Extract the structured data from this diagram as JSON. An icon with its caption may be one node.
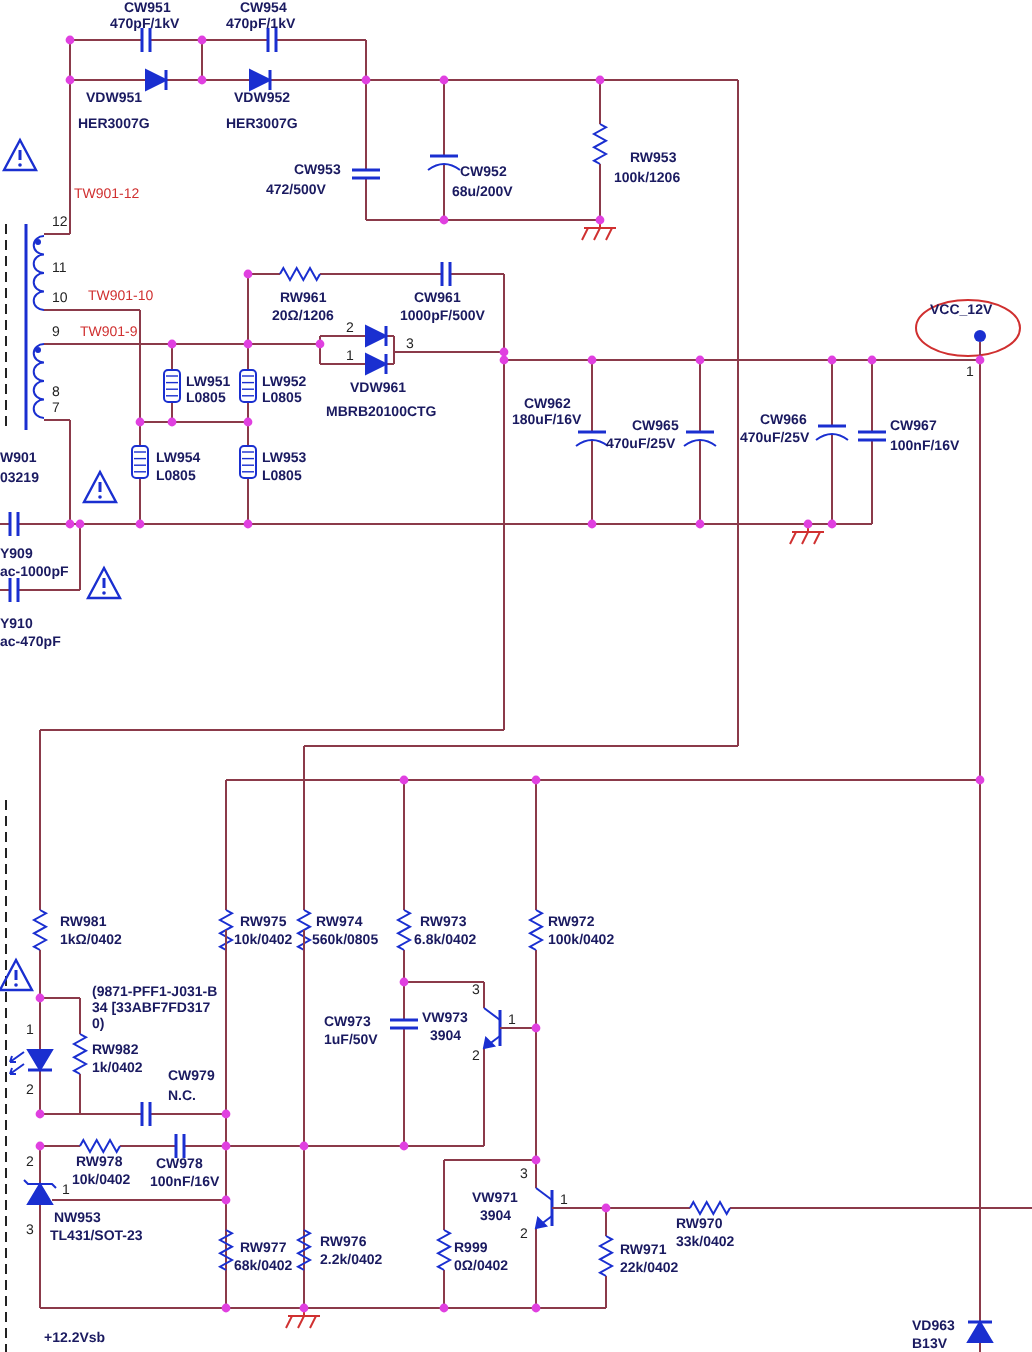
{
  "diagram": {
    "labels": [
      "CW951",
      "470pF/1kV",
      "CW954",
      "470pF/1kV",
      "VDW951",
      "HER3007G",
      "VDW952",
      "HER3007G",
      "TW901-12",
      "CW953",
      "472/500V",
      "CW952",
      "68u/200V",
      "RW953",
      "100k/1206",
      "12",
      "11",
      "10",
      "TW901-10",
      "RW961",
      "20Ω/1206",
      "CW961",
      "1000pF/500V",
      "9",
      "TW901-9",
      "2",
      "1",
      "3",
      "LW951",
      "L0805",
      "LW952",
      "L0805",
      "VDW961",
      "MBRB20100CTG",
      "8",
      "7",
      "VCC_12V",
      "1",
      "W901",
      "03219",
      "LW954",
      "L0805",
      "LW953",
      "L0805",
      "CW962",
      "180uF/16V",
      "CW965",
      "470uF/25V",
      "CW966",
      "470uF/25V",
      "CW967",
      "100nF/16V",
      "Y909",
      "ac-1000pF",
      "Y910",
      "ac-470pF",
      "RW981",
      "1kΩ/0402",
      "RW975",
      "10k/0402",
      "RW974",
      "560k/0805",
      "RW973",
      "6.8k/0402",
      "RW972",
      "100k/0402",
      "CW973",
      "1uF/50V",
      "VW973",
      "3904",
      "3",
      "1",
      "2",
      "(9871-PFF1-J031-B34 [33ABF7FD3170)",
      "1",
      "2",
      "RW982",
      "1k/0402",
      "CW979",
      "N.C.",
      "RW978",
      "10k/0402",
      "CW978",
      "100nF/16V",
      "2",
      "1",
      "3",
      "NW953",
      "TL431/SOT-23",
      "VW971",
      "3904",
      "3",
      "1",
      "2",
      "RW970",
      "33k/0402",
      "RW977",
      "68k/0402",
      "RW976",
      "2.2k/0402",
      "R999",
      "0Ω/0402",
      "RW971",
      "22k/0402",
      "+12.2Vsb",
      "VD963",
      "B13V"
    ]
  }
}
